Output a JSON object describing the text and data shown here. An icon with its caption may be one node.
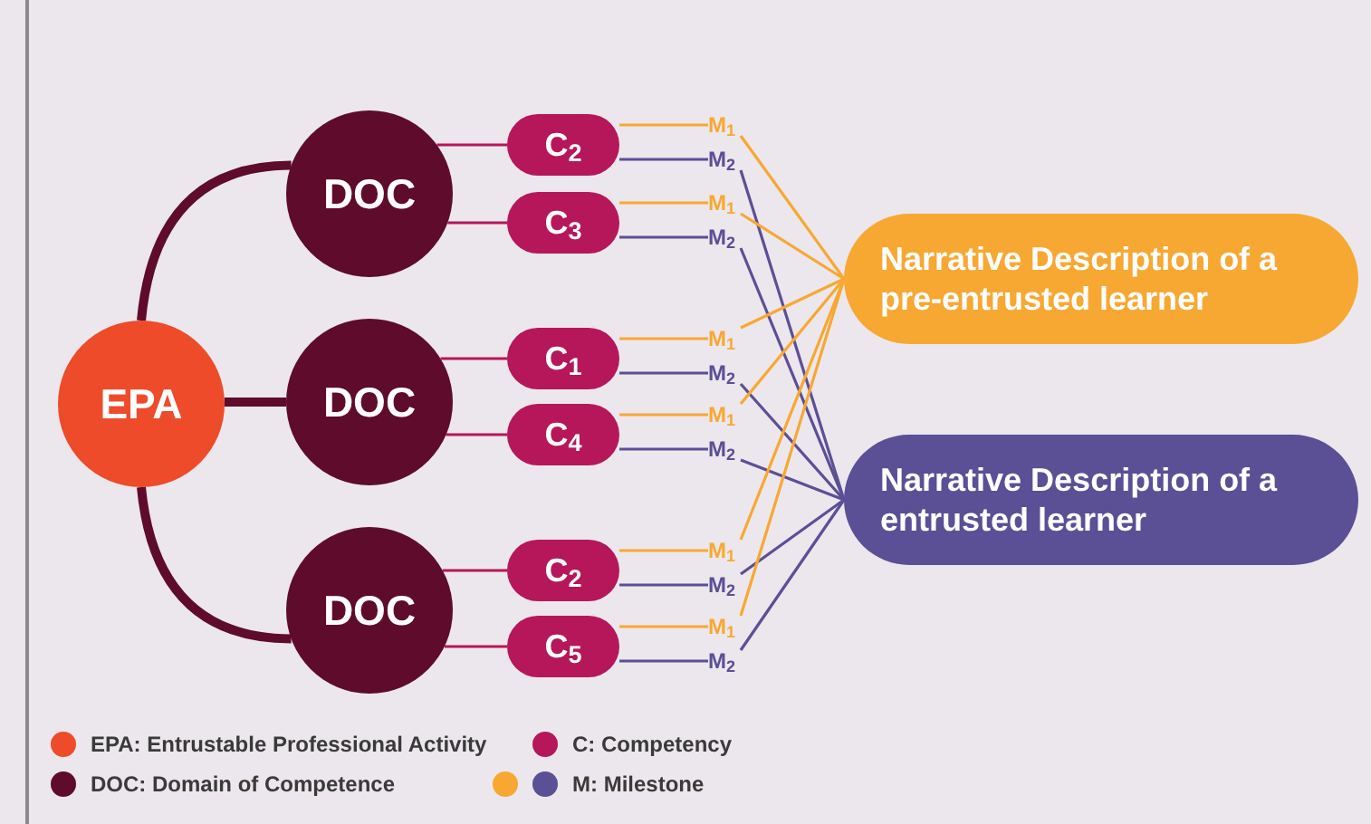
{
  "diagram": {
    "nodes": [
      {
        "text": [
          "EPA"
        ]
      },
      {
        "text": [
          "DOC"
        ]
      },
      {
        "text": [
          "DOC"
        ]
      },
      {
        "text": [
          "DOC"
        ]
      },
      {
        "text": [
          "C$_{2}$"
        ]
      },
      {
        "text": [
          "C$_{3}$"
        ]
      },
      {
        "text": [
          "C$_{1}$"
        ]
      },
      {
        "text": [
          "C$_{4}$"
        ]
      },
      {
        "text": [
          "C$_{2}$"
        ]
      },
      {
        "text": [
          "C$_{5}$"
        ]
      },
      {
        "text": [
          "M$_{1}$"
        ]
      },
      {
        "text": [
          "M$_{2}$"
        ]
      },
      {
        "text": [
          "M$_{1}$"
        ]
      },
      {
        "text": [
          "M$_{2}$"
        ]
      },
      {
        "text": [
          "M$_{1}$"
        ]
      },
      {
        "text": [
          "M$_{2}$"
        ]
      },
      {
        "text": [
          "M$_{1}$"
        ]
      },
      {
        "text": [
          "M$_{2}$"
        ]
      },
      {
        "text": [
          "M$_{1}$"
        ]
      },
      {
        "text": [
          "M$_{2}$"
        ]
      },
      {
        "text": [
          "M$_{1}$"
        ]
      },
      {
        "text": [
          "M$_{2}$"
        ]
      },
      {
        "text": [
          "Narrative Description of a pre-entrusted learner"
        ]
      },
      {
        "text": [
          "Narrative Description of a entrusted learner"
        ]
      }
    ],
    "edges": [
      {
        "from": 0,
        "to": 1,
        "arrow": "none",
        "style": "thick",
        "color": "#5e0b2c"
      },
      {
        "from": 0,
        "to": 2,
        "arrow": "none",
        "style": "thick",
        "color": "#5e0b2c"
      },
      {
        "from": 0,
        "to": 3,
        "arrow": "none",
        "style": "thick",
        "color": "#5e0b2c"
      },
      {
        "from": 1,
        "to": 4,
        "arrow": "none",
        "color": "#b5175a"
      },
      {
        "from": 1,
        "to": 5,
        "arrow": "none",
        "color": "#b5175a"
      },
      {
        "from": 2,
        "to": 6,
        "arrow": "none",
        "color": "#b5175a"
      },
      {
        "from": 2,
        "to": 7,
        "arrow": "none",
        "color": "#b5175a"
      },
      {
        "from": 3,
        "to": 8,
        "arrow": "none",
        "color": "#b5175a"
      },
      {
        "from": 3,
        "to": 9,
        "arrow": "none",
        "color": "#b5175a"
      },
      {
        "from": 4,
        "to": 10,
        "arrow": "none",
        "color": "#f7a833"
      },
      {
        "from": 4,
        "to": 11,
        "arrow": "none",
        "color": "#5b4f96"
      },
      {
        "from": 5,
        "to": 12,
        "arrow": "none",
        "color": "#f7a833"
      },
      {
        "from": 5,
        "to": 13,
        "arrow": "none",
        "color": "#5b4f96"
      },
      {
        "from": 6,
        "to": 14,
        "arrow": "none",
        "color": "#f7a833"
      },
      {
        "from": 6,
        "to": 15,
        "arrow": "none",
        "color": "#5b4f96"
      },
      {
        "from": 7,
        "to": 16,
        "arrow": "none",
        "color": "#f7a833"
      },
      {
        "from": 7,
        "to": 17,
        "arrow": "none",
        "color": "#5b4f96"
      },
      {
        "from": 8,
        "to": 18,
        "arrow": "none",
        "color": "#f7a833"
      },
      {
        "from": 8,
        "to": 19,
        "arrow": "none",
        "color": "#5b4f96"
      },
      {
        "from": 9,
        "to": 20,
        "arrow": "none",
        "color": "#f7a833"
      },
      {
        "from": 9,
        "to": 21,
        "arrow": "none",
        "color": "#5b4f96"
      },
      {
        "from": 10,
        "to": 22,
        "arrow": "none",
        "color": "#f7a833"
      },
      {
        "from": 11,
        "to": 23,
        "arrow": "none",
        "color": "#5b4f96"
      },
      {
        "from": 12,
        "to": 22,
        "arrow": "none",
        "color": "#f7a833"
      },
      {
        "from": 13,
        "to": 23,
        "arrow": "none",
        "color": "#5b4f96"
      },
      {
        "from": 14,
        "to": 22,
        "arrow": "none",
        "color": "#f7a833"
      },
      {
        "from": 15,
        "to": 23,
        "arrow": "none",
        "color": "#5b4f96"
      },
      {
        "from": 16,
        "to": 22,
        "arrow": "none",
        "color": "#f7a833"
      },
      {
        "from": 17,
        "to": 23,
        "arrow": "none",
        "color": "#5b4f96"
      },
      {
        "from": 18,
        "to": 22,
        "arrow": "none",
        "color": "#f7a833"
      },
      {
        "from": 19,
        "to": 23,
        "arrow": "none",
        "color": "#5b4f96"
      },
      {
        "from": 20,
        "to": 22,
        "arrow": "none",
        "color": "#f7a833"
      },
      {
        "from": 21,
        "to": 23,
        "arrow": "none",
        "color": "#5b4f96"
      }
    ],
    "legend": [
      {
        "text": "EPA: Entrustable Professional Activity",
        "color": "#ee4b2b"
      },
      {
        "text": "C: Competency",
        "color": "#b5175a"
      },
      {
        "text": "DOC: Domain of Competence",
        "color": "#5e0b2c"
      },
      {
        "text": "M: Milestone"
      }
    ]
  }
}
